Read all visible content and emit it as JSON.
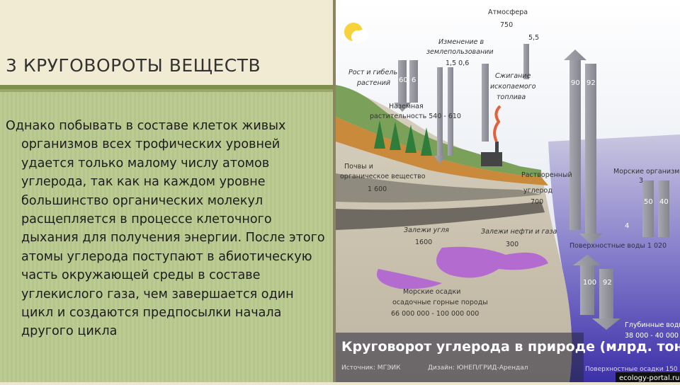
{
  "slide": {
    "title": "3 КРУГОВОРОТЫ ВЕЩЕСТВ",
    "paragraph": "Однако побывать в составе клеток живых организмов всех трофических уровней удается только малому числу атомов углерода, так как на каждом уровне большинство органических молекул расщепляется в процессе клеточного дыхания для получения энергии. После этого атомы углерода поступают в абиотическую часть окружающей среды в составе углекислого газа, чем завершается один цикл и создаются предпосылки начала другого цикла"
  },
  "diagram": {
    "labels": {
      "atmosphere": "Атмосфера",
      "atmosphere_value": "750",
      "land_use_1": "Изменение в",
      "land_use_2": "землепользовании",
      "land_use_values": "1,5  0,6",
      "fossil_emission": "5,5",
      "growth_1": "Рост и гибель",
      "growth_2": "растений",
      "growth_up": "60",
      "growth_down": "6",
      "burning_1": "Сжигание",
      "burning_2": "ископаемого",
      "burning_3": "топлива",
      "ocean_exchange_up": "90",
      "ocean_exchange_down": "92",
      "vegetation_1": "Наземная",
      "vegetation_2": "растительность 540 - 610",
      "soil_1": "Почвы и",
      "soil_2": "органическое вещество",
      "soil_value": "1 600",
      "dissolved_1": "Растворенный",
      "dissolved_2": "углерод",
      "dissolved_value": "700",
      "marine_organisms": "Морские организмы",
      "marine_value": "3",
      "marine_flow_a": "50",
      "marine_flow_b": "40",
      "marine_flow_c": "4",
      "coal_1": "Залежи угля",
      "coal_value": "1600",
      "oil_1": "Залежи нефти и газа",
      "oil_value": "300",
      "surface_water": "Поверхностные воды 1 020",
      "sediments_1": "Морские осадки",
      "sediments_2": "осадочные горные породы",
      "sediments_3": "66 000 000 - 100 000 000",
      "deep_flow_a": "100",
      "deep_flow_b": "92",
      "deep_water_1": "Глубинные воды",
      "deep_water_2": "38 000 - 40 000",
      "caption": "Круговорот углерода в природе (млрд. тонн)",
      "source": "Источник: МГЭИК",
      "design": "Дизайн: ЮНЕП/ГРИД-Арендал",
      "surface_sediments": "Поверхностные осадки 150",
      "watermark": "ecology-portal.ru"
    },
    "colors": {
      "sky": "#dfe7f0",
      "ocean": "#4a3fb5",
      "coal": "#b36bd0",
      "ground": "#cfc6b2",
      "arrow": "#9b9ba3"
    }
  }
}
